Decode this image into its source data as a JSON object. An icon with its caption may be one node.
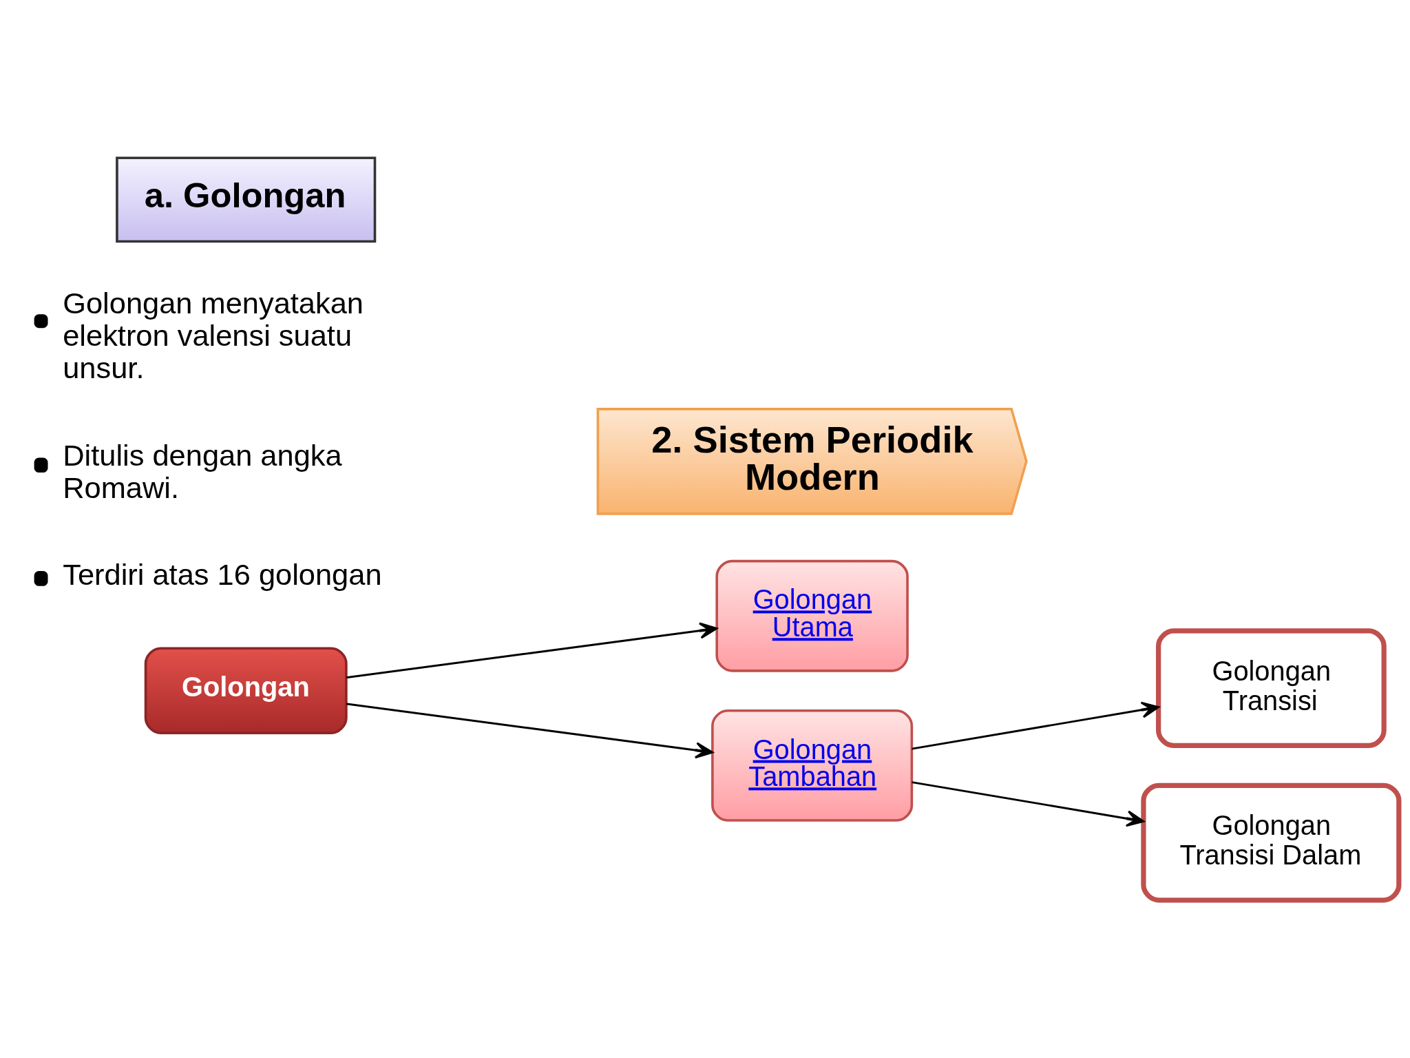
{
  "diagram": {
    "nodes": [
      {
        "text": [
          "2. Sistem Periodik Modern"
        ]
      },
      {
        "text": [
          "a. Golongan"
        ]
      },
      {
        "text": [
          "Golongan"
        ]
      },
      {
        "text": [
          "Golongan Utama"
        ]
      },
      {
        "text": [
          "Golongan Tambahan"
        ]
      },
      {
        "text": [
          "Golongan Transisi"
        ]
      },
      {
        "text": [
          "Golongan Transisi Dalam"
        ]
      }
    ],
    "edges": [
      {
        "from": 2,
        "to": 3,
        "arrow": "to"
      },
      {
        "from": 2,
        "to": 4,
        "arrow": "to"
      },
      {
        "from": 4,
        "to": 5,
        "arrow": "to"
      },
      {
        "from": 4,
        "to": 6,
        "arrow": "to"
      }
    ],
    "labels": [
      "Golongan menyatakan elektron valensi suatu unsur.",
      "Ditulis dengan angka Romawi.",
      "Terdiri atas 16 golongan"
    ]
  }
}
